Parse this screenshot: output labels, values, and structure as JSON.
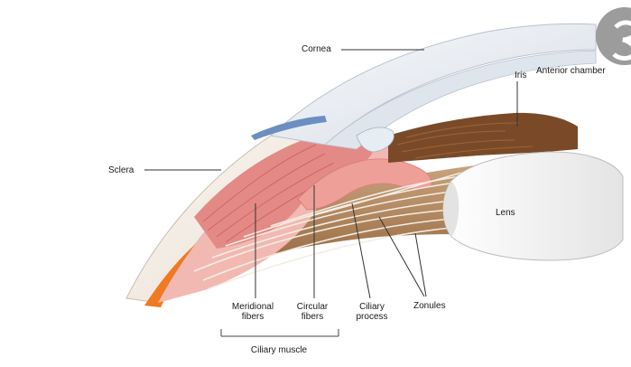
{
  "labels": {
    "cornea": "Cornea",
    "anterior_chamber": "Anterior chamber",
    "iris": "Iris",
    "sclera": "Sclera",
    "lens": "Lens",
    "meridional_fibers_line1": "Meridional",
    "meridional_fibers_line2": "fibers",
    "circular_fibers_line1": "Circular",
    "circular_fibers_line2": "fibers",
    "ciliary_process_line1": "Ciliary",
    "ciliary_process_line2": "process",
    "zonules": "Zonules",
    "ciliary_muscle": "Ciliary muscle"
  },
  "colors": {
    "sclera": "#f3ede6",
    "cornea": "#e9edf2",
    "ciliary_muscle": "#e38a86",
    "ciliary_body_pink": "#f1b9b2",
    "iris": "#7a4a28",
    "lens": "#f6f6f6",
    "zonules_bg": "#a97a4a",
    "choroid_orange": "#ef7a22",
    "schlemm_canal": "#6a8fc0"
  }
}
